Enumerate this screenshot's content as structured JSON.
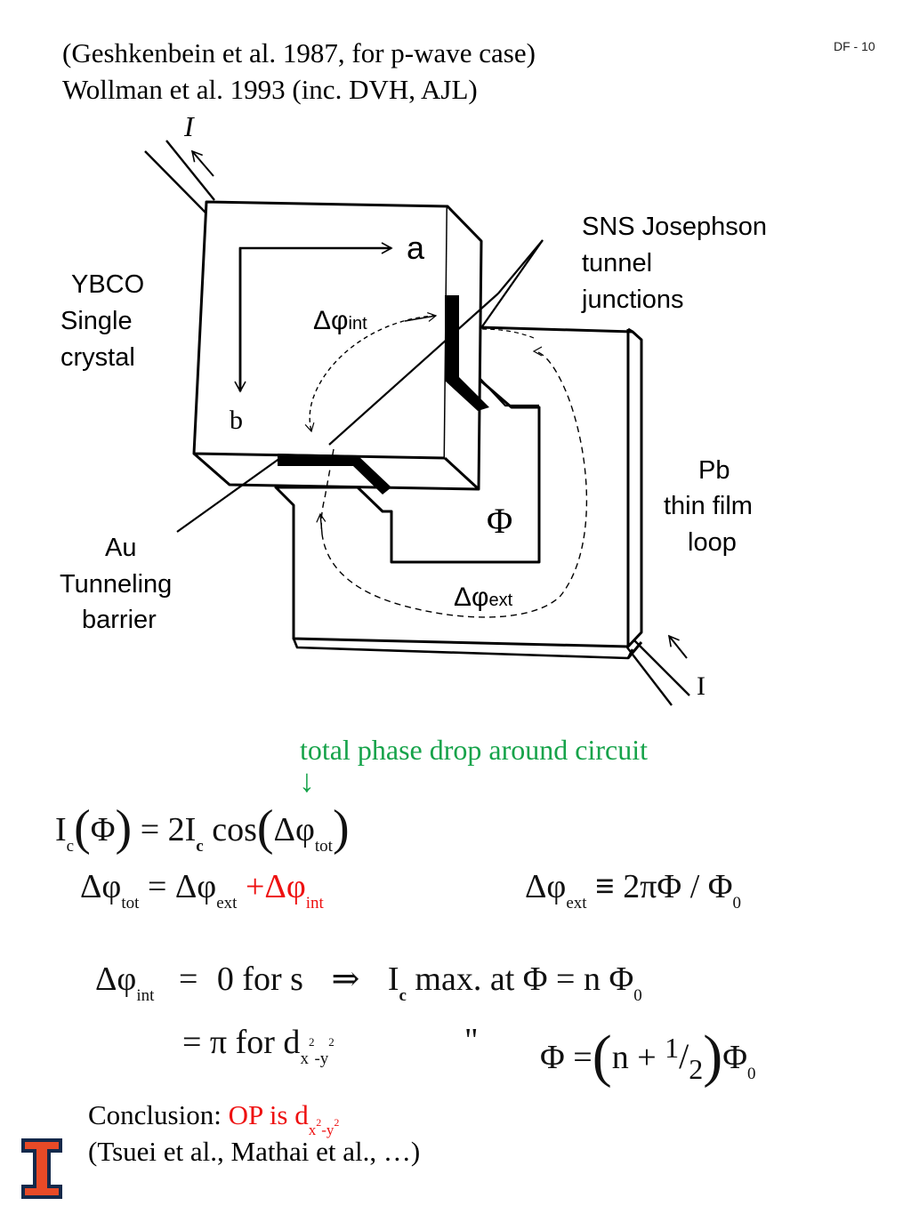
{
  "header": {
    "ref_line1": "(Geshkenbein et al. 1987, for p-wave case)",
    "ref_line2": "Wollman et al. 1993 (inc. DVH, AJL)",
    "slide_number": "DF - 10"
  },
  "diagram": {
    "current_top": "I",
    "current_bottom": "I",
    "axis_a": "a",
    "axis_b": "b",
    "dphi_int": "Δφ",
    "dphi_int_sub": "int",
    "dphi_ext": "Δφ",
    "dphi_ext_sub": "ext",
    "flux": "Φ",
    "ybco_lines": [
      "YBCO",
      "Single",
      "crystal"
    ],
    "sns_lines": [
      "SNS Josephson",
      "tunnel",
      "junctions"
    ],
    "pb_lines": [
      "Pb",
      "thin film",
      "loop"
    ],
    "au_lines": [
      "Au",
      "Tunneling",
      "barrier"
    ]
  },
  "annotation": {
    "text": "total phase drop around circuit",
    "arrow": "↓"
  },
  "equations": {
    "eq1": {
      "lhs": "I",
      "lhs_sub": "c",
      "lparen": "(",
      "phi": "Φ",
      "rparen": ")",
      "equals": "= 2I",
      "coef_sub": "c",
      "cos": "cos",
      "dphi": "Δφ",
      "dphi_sub": "tot"
    },
    "eq2": {
      "lhs": "Δφ",
      "lhs_sub": "tot",
      "equals": "= Δφ",
      "ext_sub": "ext",
      "plus": "+",
      "int": "Δφ",
      "int_sub": "int"
    },
    "eq3": {
      "lhs": "Δφ",
      "lhs_sub": "ext",
      "equiv": "≡",
      "rhs": "2πΦ / Φ",
      "rhs_sub": "0"
    },
    "eq4": {
      "lhs": "Δφ",
      "lhs_sub": "int",
      "equals": "=",
      "value": "0 for s",
      "implies": "⇒",
      "ic": "I",
      "ic_sub": "c",
      "condition": "max. at Φ = n Φ",
      "condition_sub": "0"
    },
    "eq5": {
      "value": "= π for d",
      "d_sub_x": "x",
      "d_sup_2a": "2",
      "d_sub_dash": "-y",
      "d_sup_2b": "2",
      "ditto": "\"",
      "phi_eq": "Φ =",
      "lparen": "(",
      "n_plus": "n +",
      "half_num": "1",
      "half_den": "2",
      "rparen": ")",
      "phi0": "Φ",
      "phi0_sub": "0"
    }
  },
  "conclusion": {
    "label": "Conclusion:",
    "op": "OP is",
    "d": "d",
    "d_sub": "x",
    "d_sup_a": "2",
    "d_dash": "-y",
    "d_sup_b": "2",
    "refs": "(Tsuei et al., Mathai et al., …)"
  },
  "colors": {
    "green": "#16a34a",
    "red": "#e11111",
    "logo_orange": "#e84a27",
    "logo_navy": "#13294b"
  }
}
